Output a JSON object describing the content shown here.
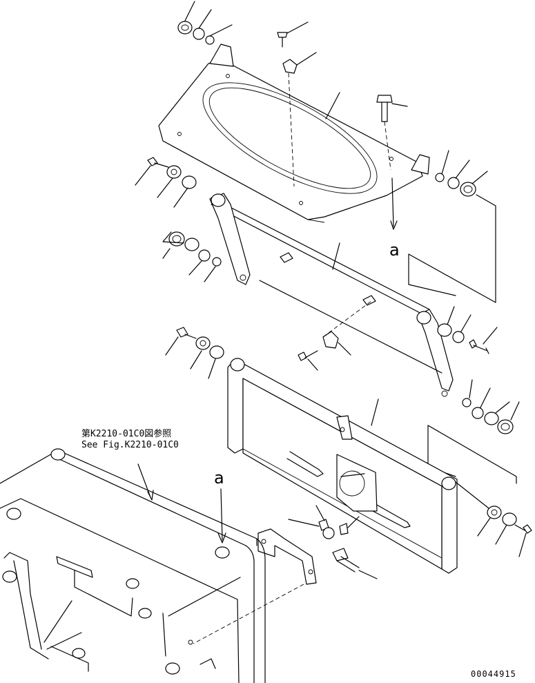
{
  "reference_note": {
    "line1": "第K2210-01C0図参照",
    "line2": "See Fig.K2210-01C0"
  },
  "view_markers": {
    "upper": "a",
    "lower": "a"
  },
  "drawing_code": "00044915"
}
